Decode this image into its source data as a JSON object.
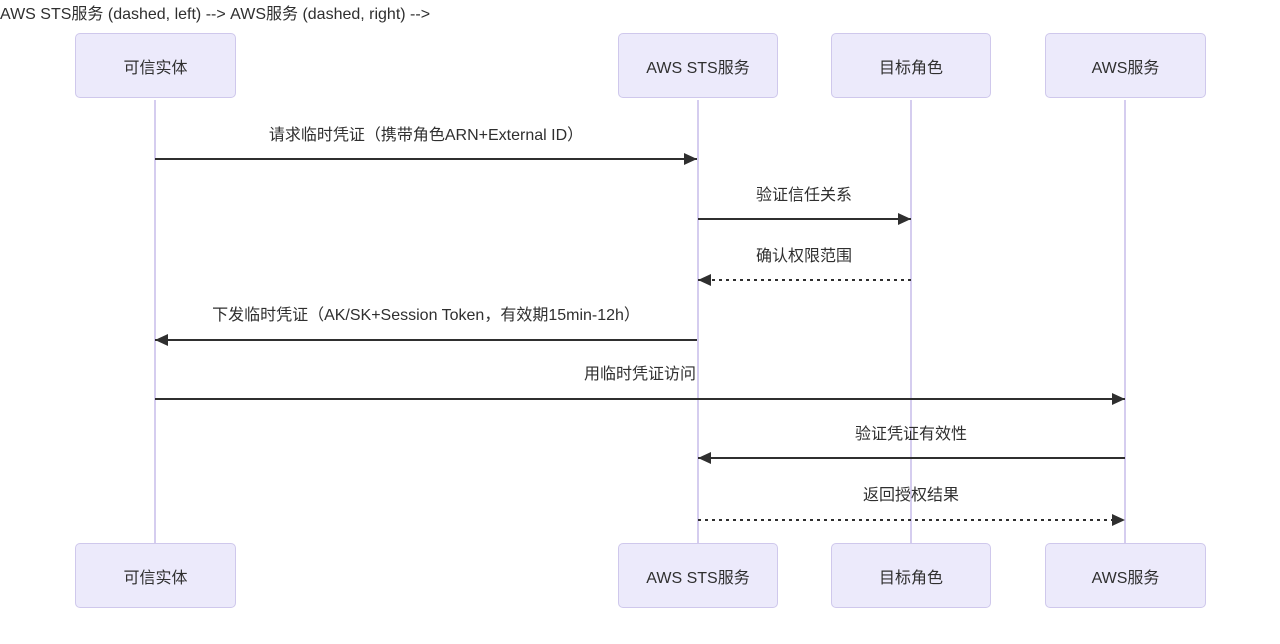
{
  "diagram": {
    "type": "sequence-diagram",
    "colors": {
      "actor_fill": "#eceafb",
      "actor_border": "#cfc8ec",
      "lifeline": "#d5cdef",
      "arrow": "#2f2f2f",
      "text": "#2f2f2f",
      "background": "#ffffff"
    },
    "actors": [
      {
        "label": "可信实体"
      },
      {
        "label": "AWS STS服务"
      },
      {
        "label": "目标角色"
      },
      {
        "label": "AWS服务"
      }
    ],
    "messages": [
      {
        "from": "可信实体",
        "to": "AWS STS服务",
        "label": "请求临时凭证（携带角色ARN+External ID）",
        "line": "solid",
        "arrow": "right"
      },
      {
        "from": "AWS STS服务",
        "to": "目标角色",
        "label": "验证信任关系",
        "line": "solid",
        "arrow": "right"
      },
      {
        "from": "目标角色",
        "to": "AWS STS服务",
        "label": "确认权限范围",
        "line": "dashed",
        "arrow": "left"
      },
      {
        "from": "AWS STS服务",
        "to": "可信实体",
        "label": "下发临时凭证（AK/SK+Session Token，有效期15min-12h）",
        "line": "solid",
        "arrow": "left"
      },
      {
        "from": "可信实体",
        "to": "AWS服务",
        "label": "用临时凭证访问",
        "line": "solid",
        "arrow": "right"
      },
      {
        "from": "AWS服务",
        "to": "AWS STS服务",
        "label": "验证凭证有效性",
        "line": "solid",
        "arrow": "left"
      },
      {
        "from": "AWS STS服务",
        "to": "AWS服务",
        "label": "返回授权结果",
        "line": "dashed",
        "arrow": "right"
      }
    ]
  }
}
